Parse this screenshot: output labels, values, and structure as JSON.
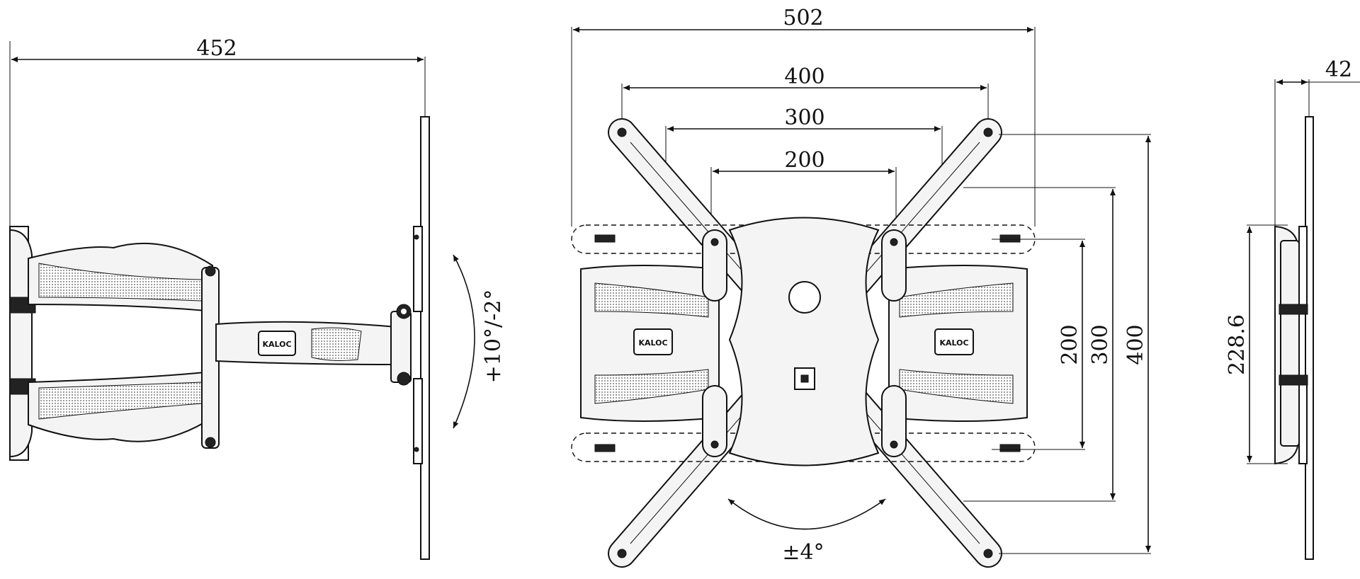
{
  "brand": "KALOC",
  "side_view": {
    "width_dimension": "452",
    "tilt_label": "+10°/-2°"
  },
  "front_view": {
    "overall_width": "502",
    "horizontal_spacings": [
      "400",
      "300",
      "200"
    ],
    "vertical_spacings": [
      "200",
      "300",
      "400"
    ],
    "swivel_label": "±4°"
  },
  "profile_view": {
    "depth_dimension": "42",
    "height_dimension": "228.6"
  }
}
